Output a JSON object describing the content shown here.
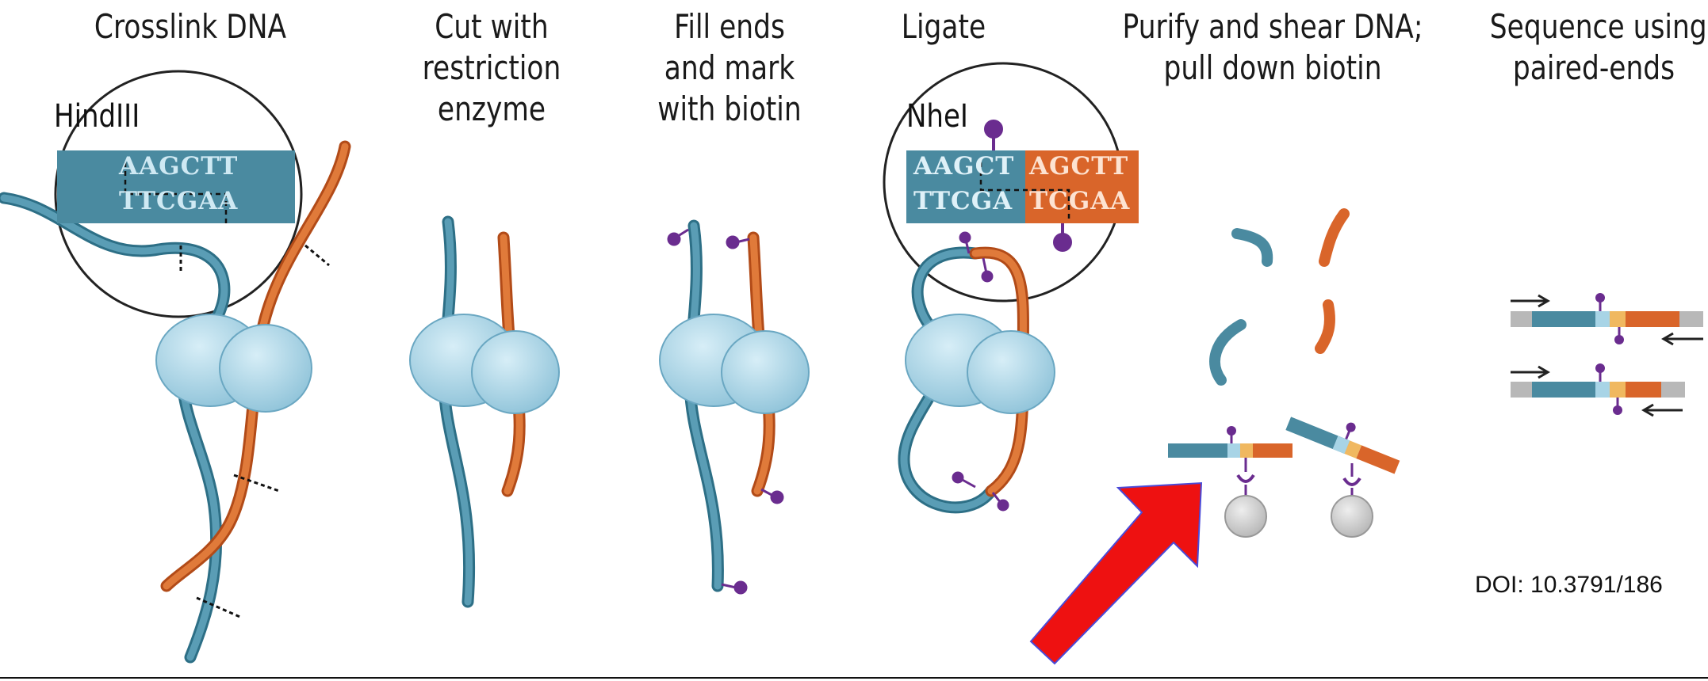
{
  "steps": [
    {
      "title_lines": [
        "Crosslink DNA"
      ]
    },
    {
      "title_lines": [
        "Cut with",
        "restriction",
        "enzyme"
      ]
    },
    {
      "title_lines": [
        "Fill ends",
        "and mark",
        "with biotin"
      ]
    },
    {
      "title_lines": [
        "Ligate"
      ]
    },
    {
      "title_lines": [
        "Purify and shear DNA;",
        "pull down biotin"
      ]
    },
    {
      "title_lines": [
        "Sequence using",
        "paired-ends"
      ]
    }
  ],
  "inset1": {
    "enzyme": "HindIII",
    "top_seq": "AAGCTT",
    "bottom_seq": "TTCGAA"
  },
  "inset2": {
    "enzyme": "NheI",
    "top_left": "AAGCT",
    "top_right": "AGCTT",
    "bottom_left": "TTCGA",
    "bottom_right": "TCGAA"
  },
  "doi": "DOI: 10.3791/186",
  "colors": {
    "blue": "#4a8aa0",
    "orange": "#d9652a",
    "nucleosome": "#a8d4e6",
    "biotin": "#6a2c8f",
    "arrow": "#ee1111",
    "bead": "#c8c8c8"
  }
}
